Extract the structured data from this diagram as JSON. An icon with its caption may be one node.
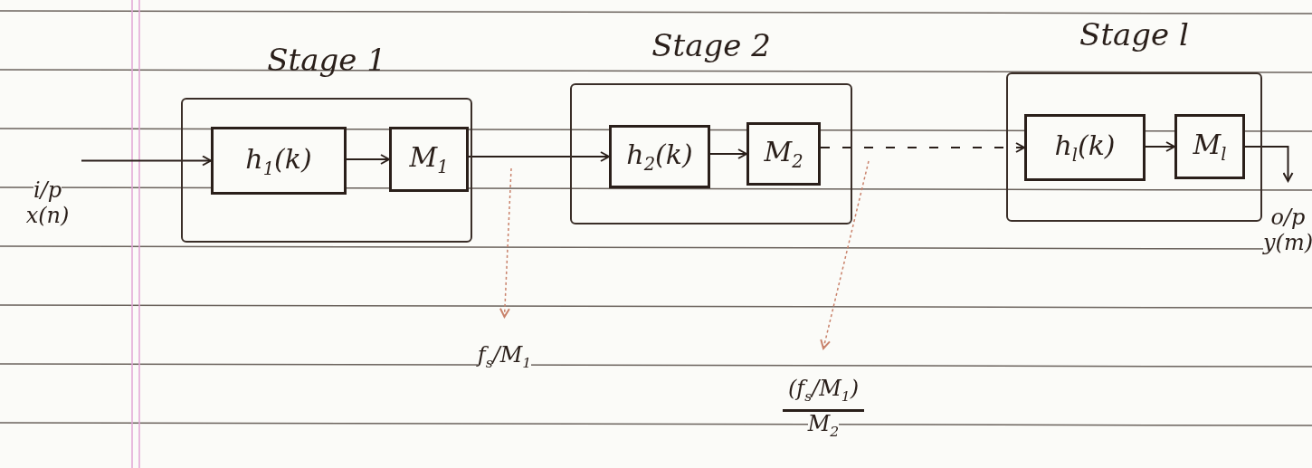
{
  "diagram": {
    "nodes": [
      {
        "text": [
          "i/p",
          "x(n)"
        ]
      },
      {
        "text": [
          "Stage 1"
        ]
      },
      {
        "text": [
          "h$_{1}$(k)"
        ],
        "in": 1
      },
      {
        "text": [
          "M$_{1}$"
        ],
        "in": 1
      },
      {
        "text": [
          "Stage 2"
        ]
      },
      {
        "text": [
          "h$_{2}$(k)"
        ],
        "in": 4
      },
      {
        "text": [
          "M$_{2}$"
        ],
        "in": 4
      },
      {
        "text": [
          "Stage l"
        ]
      },
      {
        "text": [
          "h$_{l}$(k)"
        ],
        "in": 7
      },
      {
        "text": [
          "M$_{l}$"
        ],
        "in": 7
      },
      {
        "text": [
          "o/p",
          "y(m)"
        ]
      },
      {
        "text": [
          "f$_{s}$/M$_{1}$"
        ]
      },
      {
        "text": [
          "(f$_{s}$/M$_{1}$)",
          "M$_{2}$"
        ]
      }
    ],
    "edges": [
      {
        "from": 0,
        "to": 2,
        "arrow": "to"
      },
      {
        "from": 2,
        "to": 3,
        "arrow": "to"
      },
      {
        "from": 3,
        "to": 5,
        "arrow": "to"
      },
      {
        "from": 5,
        "to": 6,
        "arrow": "to"
      },
      {
        "from": 6,
        "to": 8,
        "arrow": "to",
        "style": "dashed"
      },
      {
        "from": 8,
        "to": 9,
        "arrow": "to"
      },
      {
        "from": 9,
        "to": 10,
        "arrow": "to"
      },
      {
        "from": null,
        "to": 11,
        "arrow": "to",
        "style": "dashed",
        "color": "#c9826b"
      },
      {
        "from": null,
        "to": 12,
        "arrow": "to",
        "style": "dashed",
        "color": "#c9826b"
      }
    ]
  }
}
